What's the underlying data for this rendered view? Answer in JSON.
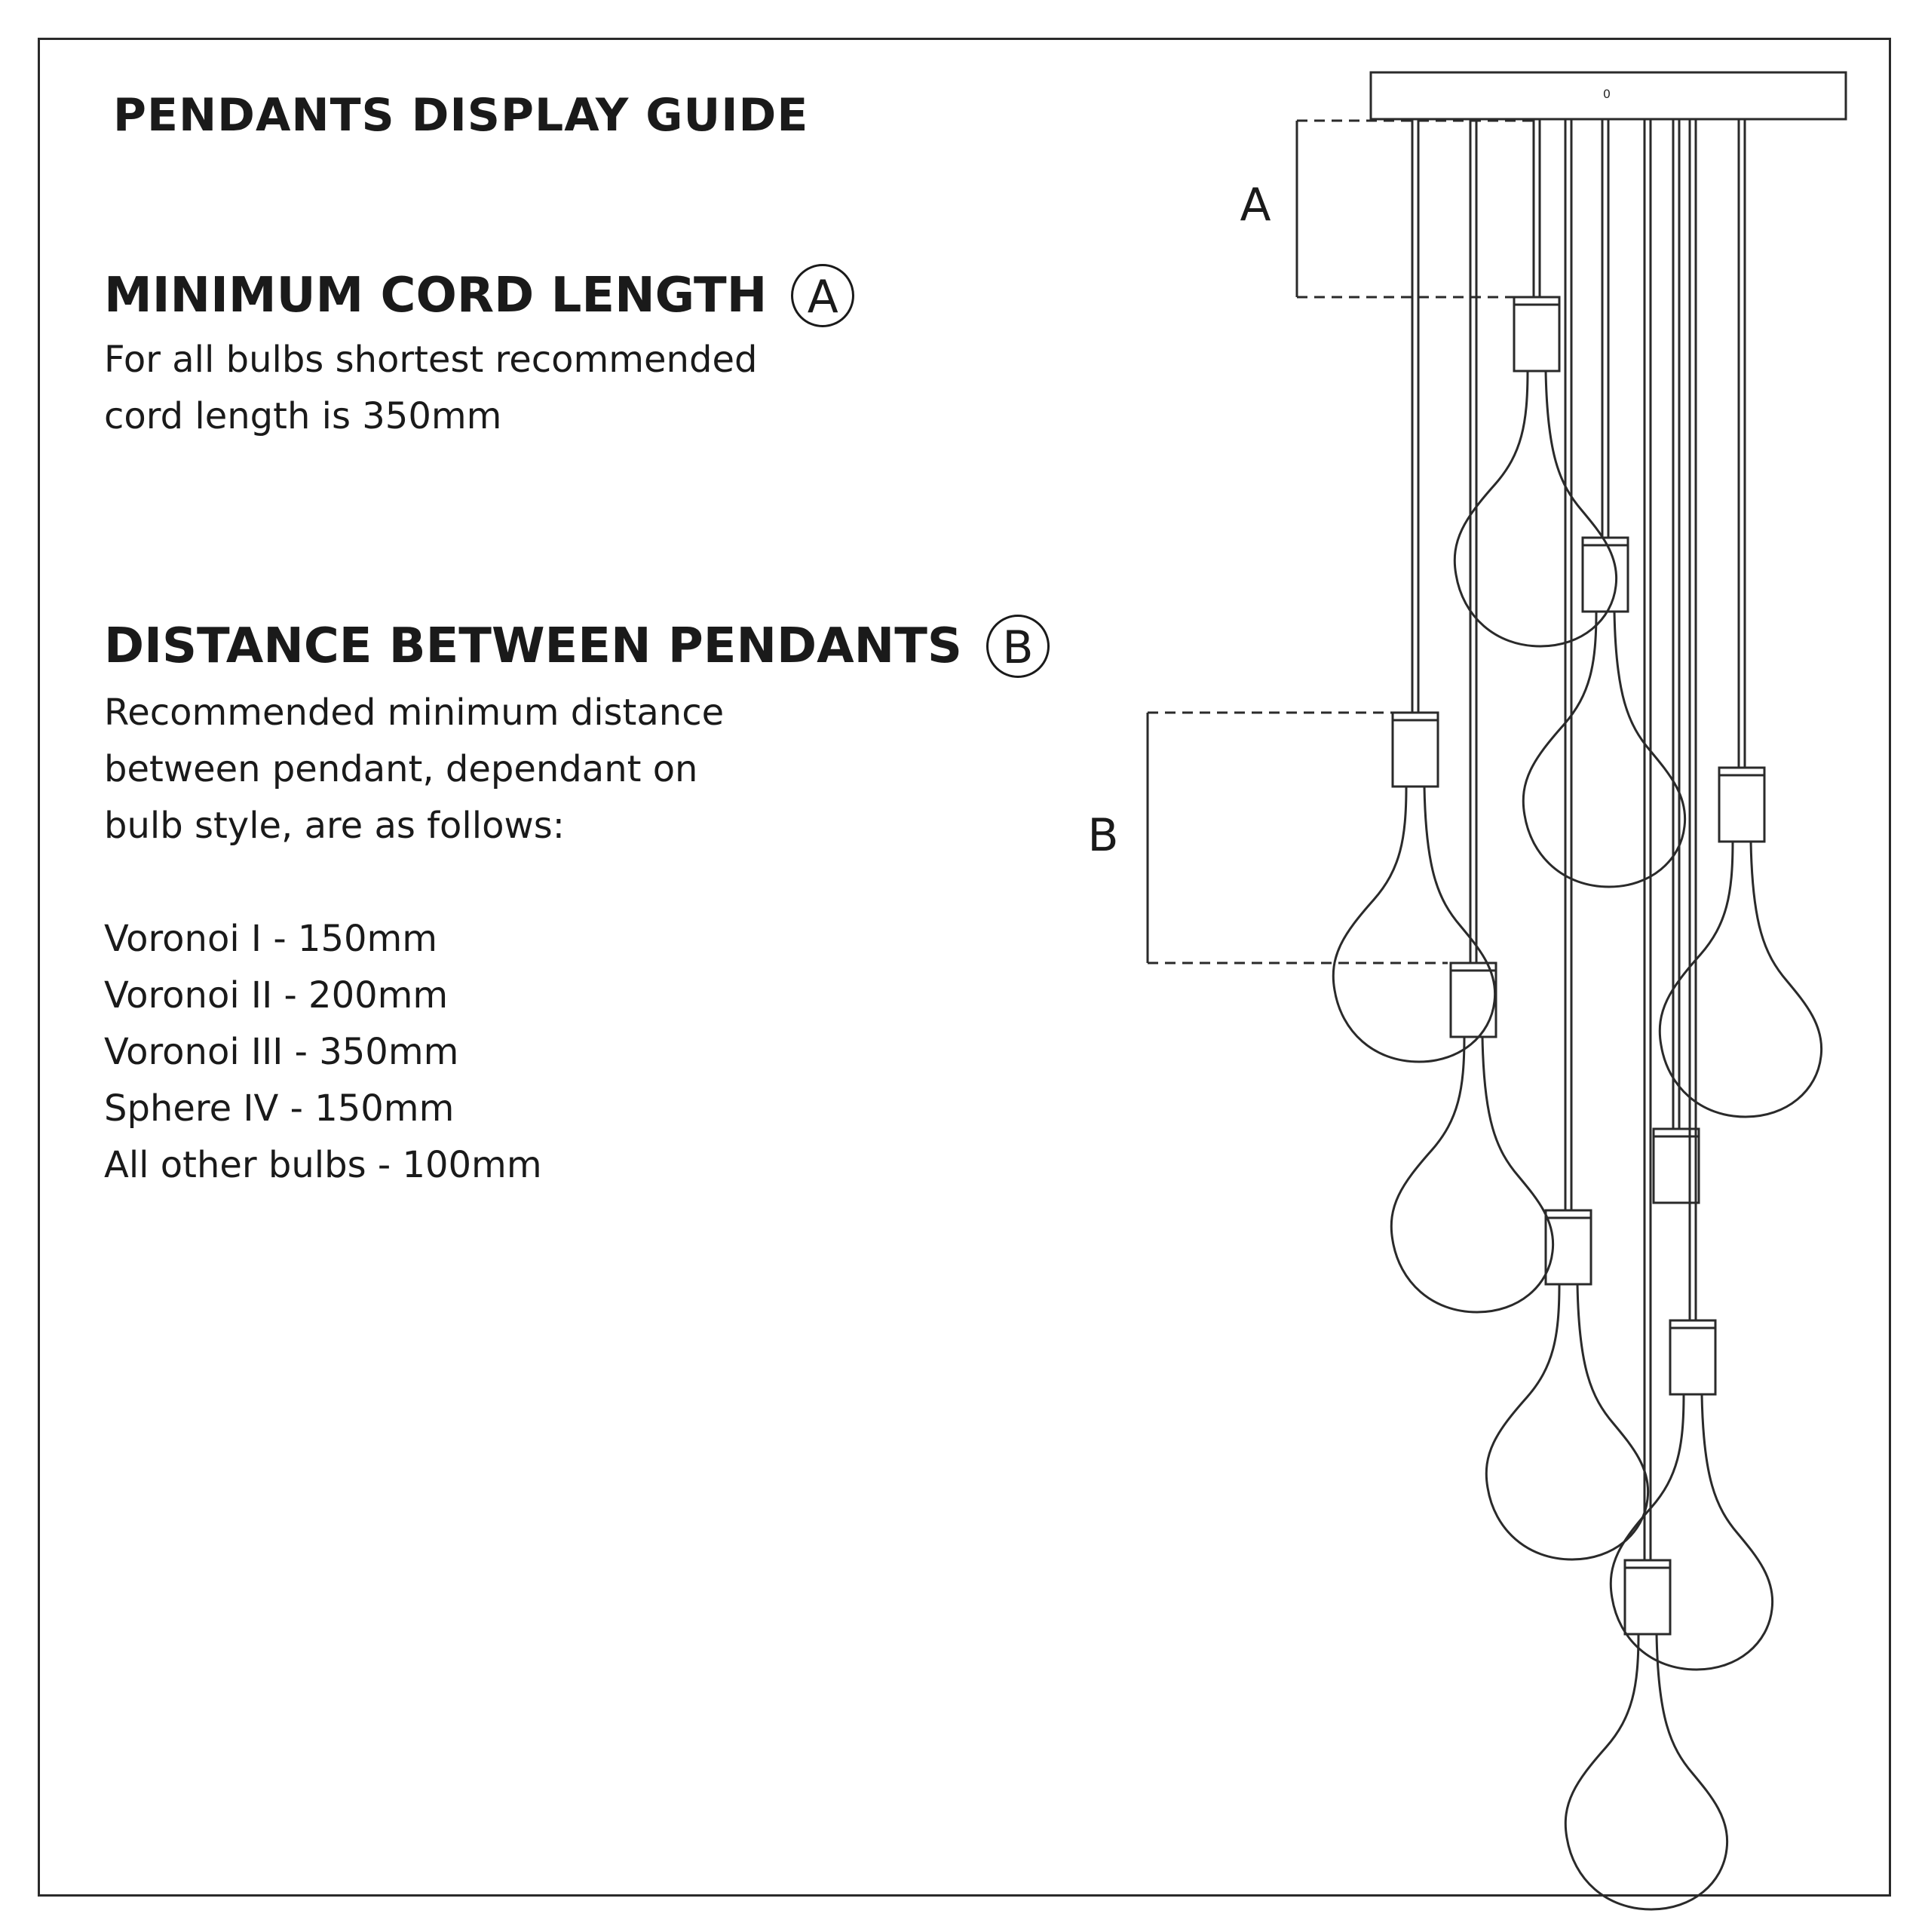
{
  "title": "PENDANTS DISPLAY GUIDE",
  "cord_section": {
    "heading": "MINIMUM CORD LENGTH",
    "badge": "A",
    "lines": [
      "For all bulbs shortest recommended",
      "cord length is 350mm"
    ]
  },
  "distance_section": {
    "heading": "DISTANCE BETWEEN PENDANTS",
    "badge": "B",
    "lines": [
      "Recommended minimum distance",
      "between pendant, dependant on",
      "bulb style, are as follows:"
    ]
  },
  "bulb_distances": [
    "Voronoi I - 150mm",
    "Voronoi II - 200mm",
    "Voronoi III - 350mm",
    "Sphere IV - 150mm",
    "All other bulbs - 100mm"
  ],
  "diagram": {
    "canopy_mark": "0",
    "dimension_a_label": "A",
    "dimension_b_label": "B",
    "pendant_count": 9,
    "line_color": "#2a2a2a"
  }
}
